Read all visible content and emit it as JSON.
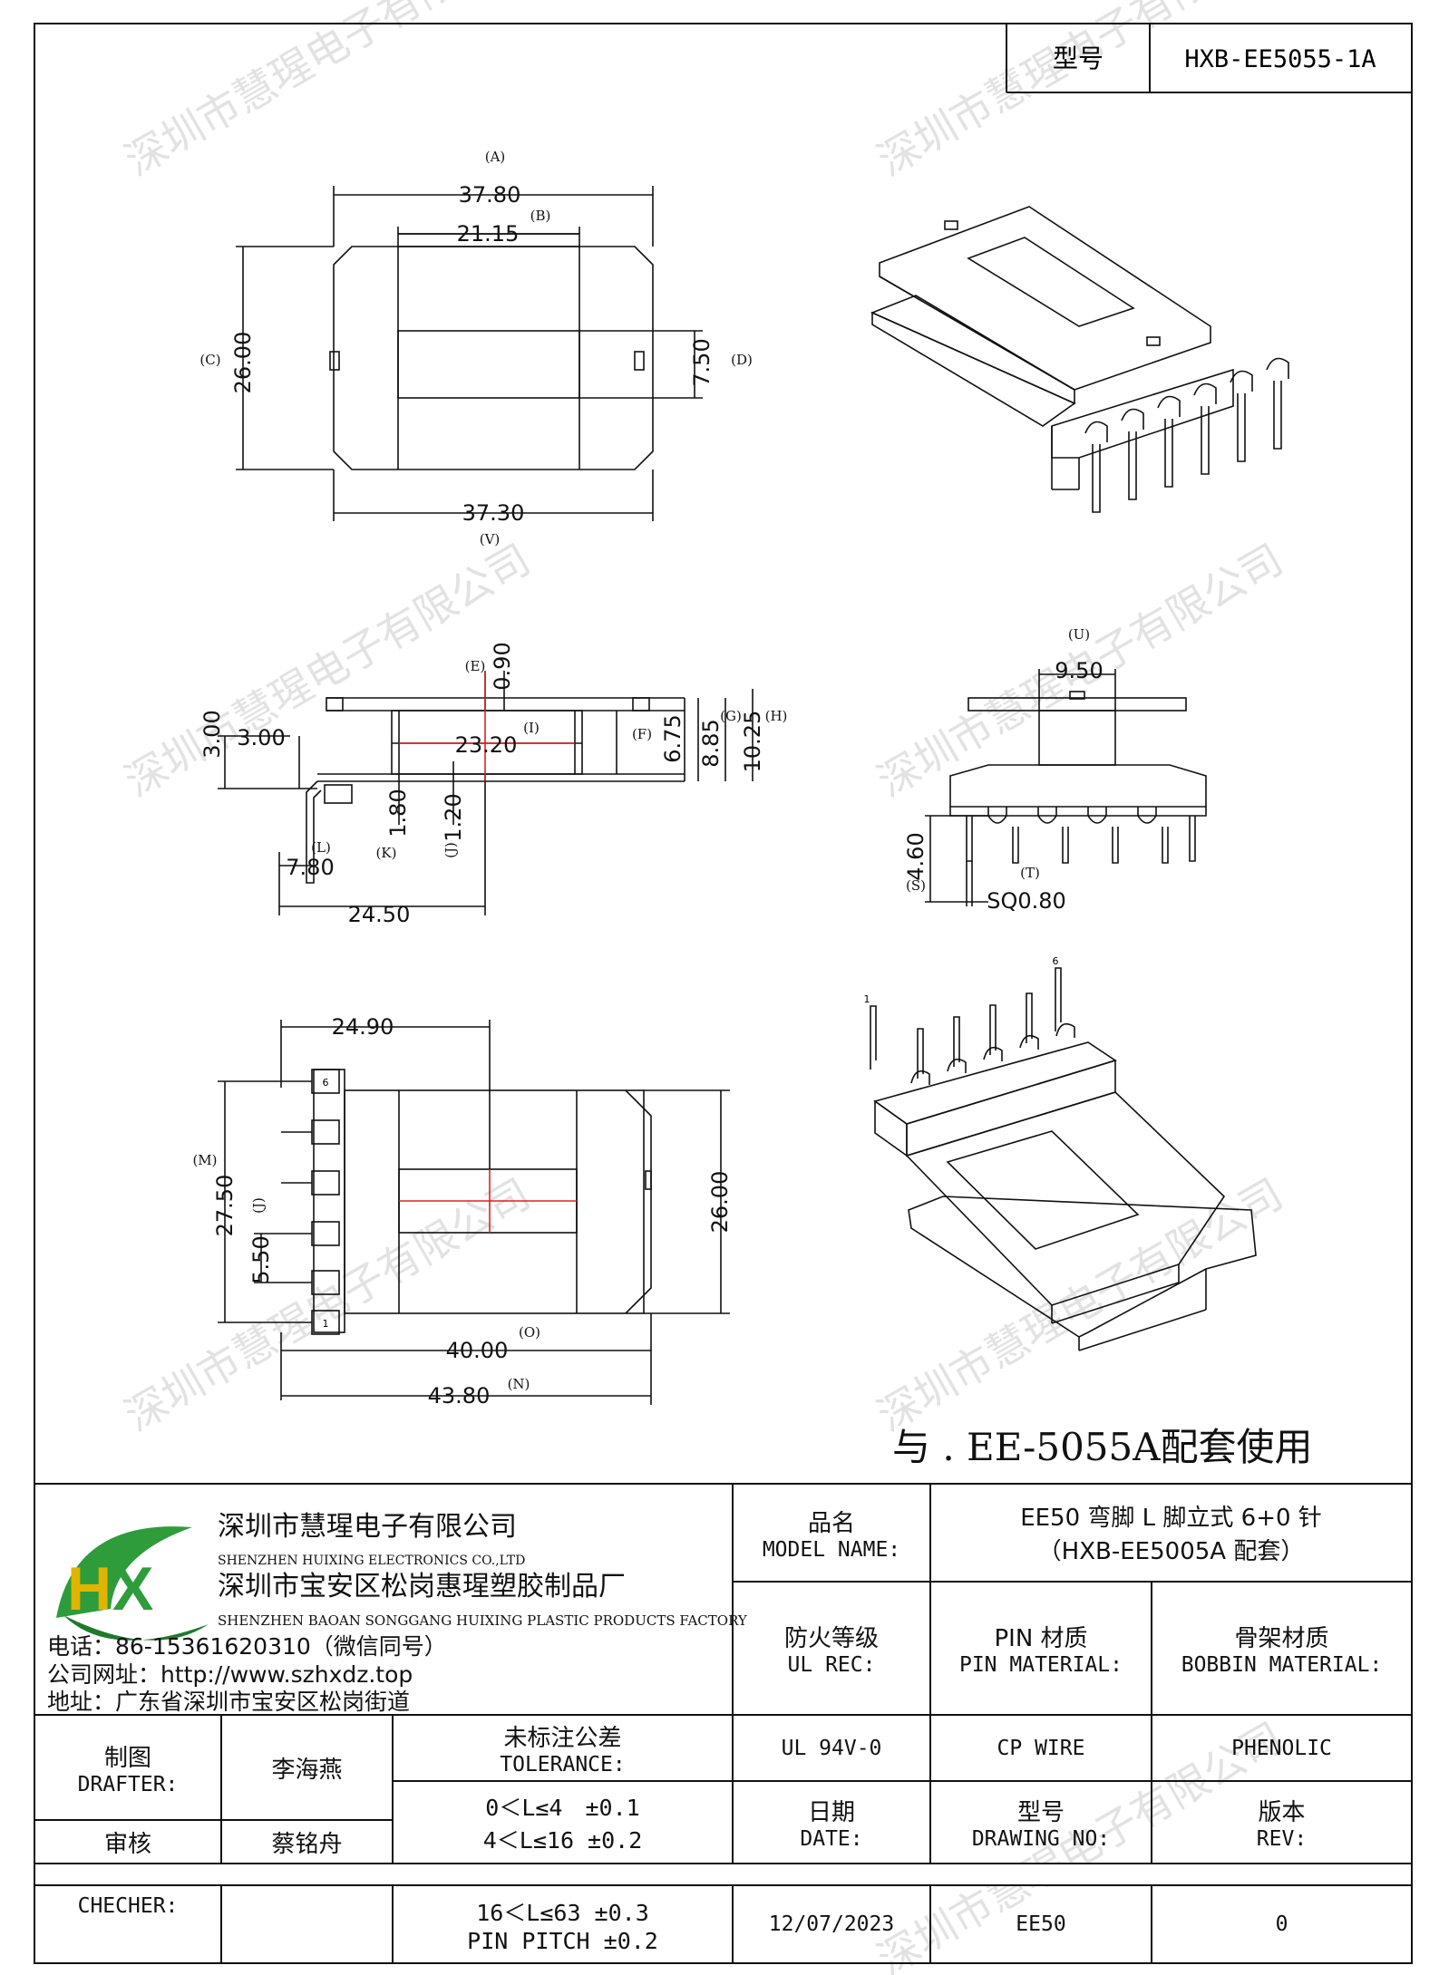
{
  "watermark": "深圳市慧瑆电子有限公司",
  "header": {
    "model_label": "型号",
    "model_value": "HXB-EE5055-1A"
  },
  "top_view": {
    "dim_a": "37.80",
    "dim_b": "21.15",
    "dim_c": "26.00",
    "dim_d": "7.50",
    "dim_v": "37.30",
    "tag_a": "(A)",
    "tag_b": "(B)",
    "tag_c": "(C)",
    "tag_d": "(D)",
    "tag_v": "(V)"
  },
  "side_view": {
    "dim_e": "0.90",
    "dim_i": "23.20",
    "dim_f": "6.75",
    "dim_g": "8.85",
    "dim_h": "10.25",
    "dim_left": "3.00",
    "dim_left2": "3.00",
    "dim_k": "1.80",
    "dim_j": "1.20",
    "dim_l": "7.80",
    "dim_bottom": "24.50",
    "tag_e": "(E)",
    "tag_i": "(I)",
    "tag_f": "(F)",
    "tag_g": "(G)",
    "tag_h": "(H)",
    "tag_k": "(K)",
    "tag_j": "(J)",
    "tag_l": "(L)"
  },
  "end_view": {
    "dim_u": "9.50",
    "dim_s": "4.60",
    "dim_t": "SQ0.80",
    "tag_u": "(U)",
    "tag_s": "(S)",
    "tag_t": "(T)"
  },
  "bottom_view": {
    "dim_top": "24.90",
    "dim_m": "27.50",
    "dim_j": "5.50",
    "dim_right": "26.00",
    "dim_o": "40.00",
    "dim_n": "43.80",
    "tag_m": "(M)",
    "tag_j": "(J)",
    "tag_o": "(O)",
    "tag_n": "(N)",
    "pin_6": "6",
    "pin_1": "1"
  },
  "iso_bottom": {
    "pin_1": "1",
    "pin_6": "6"
  },
  "note": "与 . EE-5055A配套使用",
  "company": {
    "name_cn": "深圳市慧瑆电子有限公司",
    "name_en": "SHENZHEN HUIXING ELECTRONICS CO.,LTD",
    "factory_cn": "深圳市宝安区松岗惠瑆塑胶制品厂",
    "factory_en": "SHENZHEN BAOAN SONGGANG HUIXING PLASTIC PRODUCTS FACTORY",
    "phone": "电话：86-15361620310（微信同号）",
    "website": "公司网址：http://www.szhxdz.top",
    "address": "地址：广东省深圳市宝安区松岗街道",
    "logo_text": "HX",
    "colors": {
      "green": "#2e9c3a",
      "yellow": "#e0b400",
      "dark_green": "#1f7a2c"
    }
  },
  "title_block": {
    "model_name_cn": "品名",
    "model_name_en": "MODEL NAME:",
    "model_name_value1": "EE50 弯脚 L 脚立式 6+0 针",
    "model_name_value2": "（HXB-EE5005A 配套）",
    "ul_cn": "防火等级",
    "ul_en": "UL REC:",
    "pin_cn": "PIN 材质",
    "pin_en": "PIN MATERIAL:",
    "bobbin_cn": "骨架材质",
    "bobbin_en": "BOBBIN MATERIAL:",
    "ul_value": "UL 94V-0",
    "pin_value": "CP WIRE",
    "bobbin_value": "PHENOLIC",
    "drafter_cn": "制图",
    "drafter_en": "DRAFTER:",
    "drafter_name": "李海燕",
    "tol_cn": "未标注公差",
    "tol_en": "TOLERANCE:",
    "tol_1": "0＜L≤4　±0.1",
    "tol_2": "4＜L≤16 ±0.2",
    "tol_3": "16＜L≤63 ±0.3",
    "tol_4": "PIN PITCH ±0.2",
    "review_cn": "审核",
    "review_name": "蔡铭舟",
    "checker_en": "CHECHER:",
    "date_cn": "日期",
    "date_en": "DATE:",
    "date_value": "12/07/2023",
    "dwg_cn": "型号",
    "dwg_en": "DRAWING NO:",
    "dwg_value": "EE50",
    "rev_cn": "版本",
    "rev_en": "REV:",
    "rev_value": "0"
  }
}
